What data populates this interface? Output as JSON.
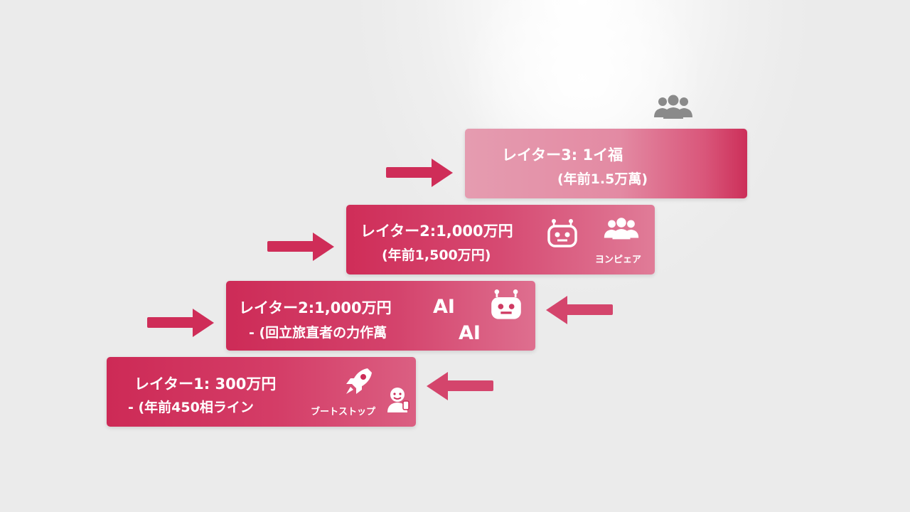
{
  "colors": {
    "accent": "#cd2b57",
    "light_accent": "#e38aa3",
    "icon_gray": "#8a8a8a",
    "background": "#eeeeee"
  },
  "steps": {
    "top": {
      "title": "レイター3: 1イ福",
      "subtitle": "(年前1.5万萬)"
    },
    "l3": {
      "title": "レイター2:1,000万円",
      "subtitle": "(年前1,500万円)",
      "tag": "ヨンピェア",
      "icons": [
        "robot-icon",
        "group-icon"
      ]
    },
    "l2": {
      "title": "レイター2:1,000万円",
      "subtitle": "- (回立旅直者の力作萬",
      "ai_top": "AI",
      "ai_bottom": "AI",
      "icons": [
        "robot-icon"
      ]
    },
    "l1": {
      "title": "レイター1: 300万円",
      "subtitle": "- (年前450相ライン",
      "tag": "ブートストップ",
      "icons": [
        "rocket-icon",
        "person-icon"
      ]
    }
  },
  "top_icon": "group-icon"
}
